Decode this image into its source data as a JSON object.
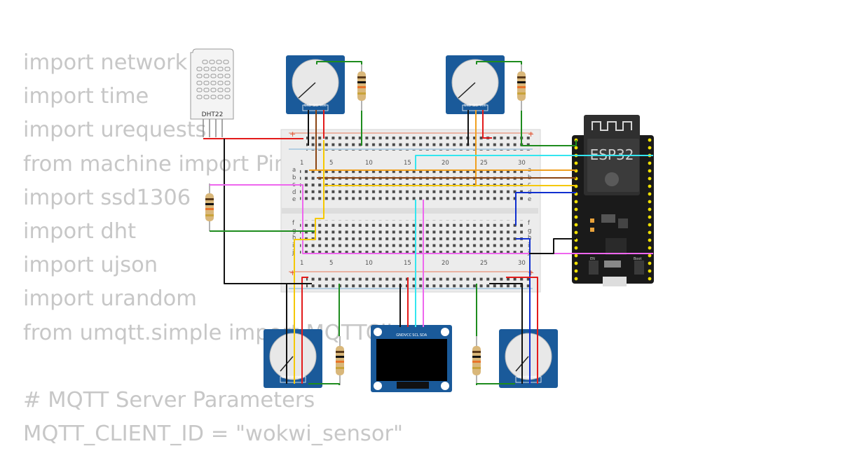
{
  "code_lines": [
    "import network",
    "import time",
    "import urequests",
    "from machine import Pin",
    "import ssd1306",
    "import dht",
    "import ujson",
    "import urandom",
    "from umqtt.simple import MQTTClient",
    "",
    "# MQTT Server Parameters",
    "MQTT_CLIENT_ID = \"wokwi_sensor\""
  ],
  "dht": {
    "label": "DHT22"
  },
  "esp32": {
    "label": "ESP32",
    "boot_label": "Boot",
    "en_label": "EN"
  },
  "oled": {
    "pins": [
      "GND",
      "VCC",
      "SCL",
      "SDA"
    ]
  },
  "potentiometer": {
    "pins": [
      "GND",
      "SIG",
      "VCC"
    ]
  },
  "breadboard": {
    "column_numbers": [
      "1",
      "5",
      "10",
      "15",
      "20",
      "25",
      "30"
    ],
    "row_letters_top": [
      "a",
      "b",
      "c",
      "d",
      "e"
    ],
    "row_letters_bottom": [
      "f",
      "g",
      "h",
      "i",
      "j"
    ],
    "plus": "+",
    "minus": "−"
  },
  "colors": {
    "wire_red": "#e31b1b",
    "wire_black": "#111111",
    "wire_green": "#1e8c1e",
    "wire_blue": "#1030d0",
    "wire_yellow": "#f5c800",
    "wire_orange": "#f0a020",
    "wire_brown": "#8b4513",
    "wire_cyan": "#33e6f0",
    "wire_magenta": "#ee66ee",
    "module_blue": "#1a5a9a",
    "esp32_board": "#1a1a1a"
  }
}
